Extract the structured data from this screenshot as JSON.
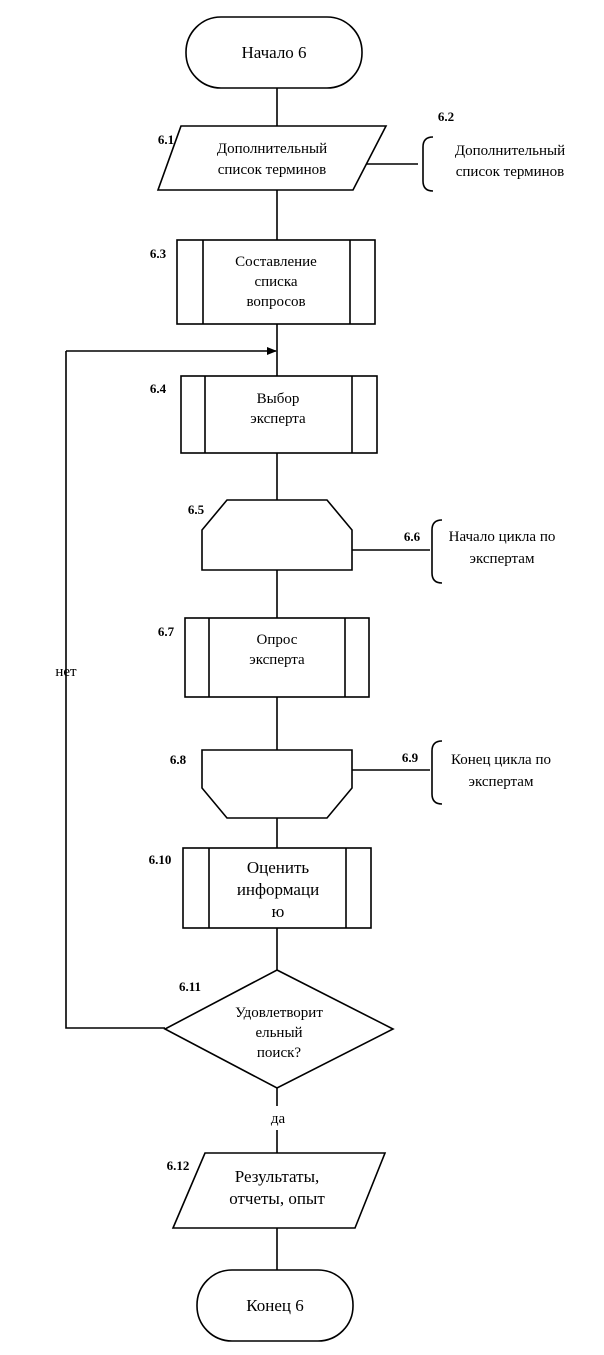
{
  "diagram": {
    "start": "Начало 6",
    "end": "Конец 6",
    "nodes": {
      "n6_1": {
        "num": "6.1",
        "lines": [
          "Дополнительный",
          "список терминов"
        ]
      },
      "n6_2": {
        "num": "6.2",
        "lines": [
          "Дополнительный",
          "список терминов"
        ]
      },
      "n6_3": {
        "num": "6.3",
        "lines": [
          "Составление",
          "списка",
          "вопросов"
        ]
      },
      "n6_4": {
        "num": "6.4",
        "lines": [
          "Выбор",
          "эксперта"
        ]
      },
      "n6_5": {
        "num": "6.5"
      },
      "n6_6": {
        "num": "6.6",
        "lines": [
          "Начало цикла по",
          "экспертам"
        ]
      },
      "n6_7": {
        "num": "6.7",
        "lines": [
          "Опрос",
          "эксперта"
        ]
      },
      "n6_8": {
        "num": "6.8"
      },
      "n6_9": {
        "num": "6.9",
        "lines": [
          "Конец цикла по",
          "экспертам"
        ]
      },
      "n6_10": {
        "num": "6.10",
        "lines": [
          "Оценить",
          "информаци",
          "ю"
        ]
      },
      "n6_11": {
        "num": "6.11",
        "lines": [
          "Удовлетворит",
          "ельный",
          "поиск?"
        ]
      },
      "n6_12": {
        "num": "6.12",
        "lines": [
          "Результаты,",
          "отчеты, опыт"
        ]
      }
    },
    "labels": {
      "yes": "да",
      "no": "нет"
    }
  }
}
